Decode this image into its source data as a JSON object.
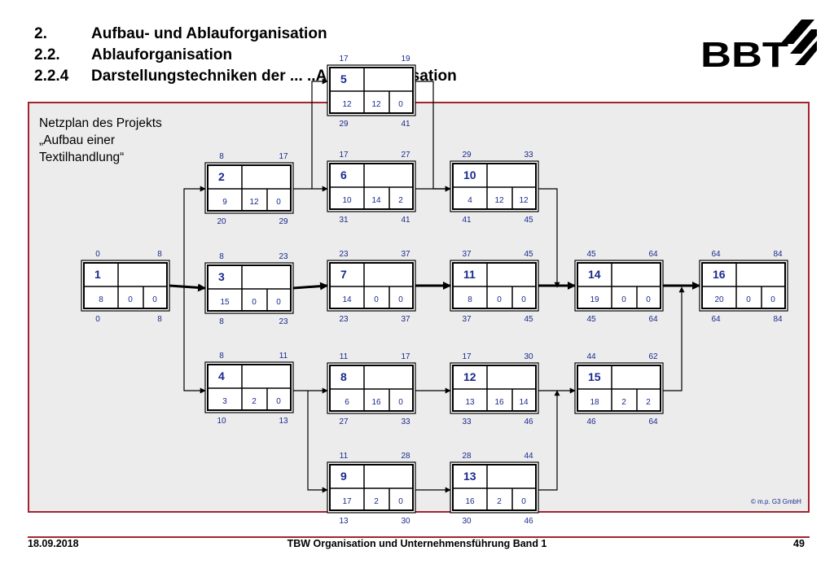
{
  "headings": [
    {
      "num": "2.",
      "text": "Aufbau- und Ablauforganisation"
    },
    {
      "num": "2.2.",
      "text": "Ablauforganisation"
    },
    {
      "num": "2.2.4",
      "text": "Darstellungstechniken der ...  ..Ablauforganisation"
    }
  ],
  "logo": {
    "text": "BBT"
  },
  "caption": [
    "Netzplan des Projekts",
    "„Aufbau einer",
    "Textilhandlung“"
  ],
  "nodes": [
    {
      "id": "1",
      "vals": [
        "8",
        "0",
        "0"
      ],
      "top": [
        "0",
        "8"
      ],
      "bottom": [
        "0",
        "8"
      ]
    },
    {
      "id": "2",
      "vals": [
        "9",
        "12",
        "0"
      ],
      "top": [
        "8",
        "17"
      ],
      "bottom": [
        "20",
        "29"
      ]
    },
    {
      "id": "3",
      "vals": [
        "15",
        "0",
        "0"
      ],
      "top": [
        "8",
        "23"
      ],
      "bottom": [
        "8",
        "23"
      ]
    },
    {
      "id": "4",
      "vals": [
        "3",
        "2",
        "0"
      ],
      "top": [
        "8",
        "11"
      ],
      "bottom": [
        "10",
        "13"
      ]
    },
    {
      "id": "5",
      "vals": [
        "12",
        "12",
        "0"
      ],
      "top": [
        "17",
        "19"
      ],
      "bottom": [
        "29",
        "41"
      ]
    },
    {
      "id": "6",
      "vals": [
        "10",
        "14",
        "2"
      ],
      "top": [
        "17",
        "27"
      ],
      "bottom": [
        "31",
        "41"
      ]
    },
    {
      "id": "7",
      "vals": [
        "14",
        "0",
        "0"
      ],
      "top": [
        "23",
        "37"
      ],
      "bottom": [
        "23",
        "37"
      ]
    },
    {
      "id": "8",
      "vals": [
        "6",
        "16",
        "0"
      ],
      "top": [
        "11",
        "17"
      ],
      "bottom": [
        "27",
        "33"
      ]
    },
    {
      "id": "9",
      "vals": [
        "17",
        "2",
        "0"
      ],
      "top": [
        "11",
        "28"
      ],
      "bottom": [
        "13",
        "30"
      ]
    },
    {
      "id": "10",
      "vals": [
        "4",
        "12",
        "12"
      ],
      "top": [
        "29",
        "33"
      ],
      "bottom": [
        "41",
        "45"
      ]
    },
    {
      "id": "11",
      "vals": [
        "8",
        "0",
        "0"
      ],
      "top": [
        "37",
        "45"
      ],
      "bottom": [
        "37",
        "45"
      ]
    },
    {
      "id": "12",
      "vals": [
        "13",
        "16",
        "14"
      ],
      "top": [
        "17",
        "30"
      ],
      "bottom": [
        "33",
        "46"
      ]
    },
    {
      "id": "13",
      "vals": [
        "16",
        "2",
        "0"
      ],
      "top": [
        "28",
        "44"
      ],
      "bottom": [
        "30",
        "46"
      ]
    },
    {
      "id": "14",
      "vals": [
        "19",
        "0",
        "0"
      ],
      "top": [
        "45",
        "64"
      ],
      "bottom": [
        "45",
        "64"
      ]
    },
    {
      "id": "15",
      "vals": [
        "18",
        "2",
        "2"
      ],
      "top": [
        "44",
        "62"
      ],
      "bottom": [
        "46",
        "64"
      ]
    },
    {
      "id": "16",
      "vals": [
        "20",
        "0",
        "0"
      ],
      "top": [
        "64",
        "84"
      ],
      "bottom": [
        "64",
        "84"
      ]
    }
  ],
  "copyright": "© m.p. G3 GmbH",
  "footer": {
    "date": "18.09.2018",
    "title": "TBW Organisation und Unternehmensführung Band 1",
    "page": "49"
  },
  "colors": {
    "accent": "#a3232f",
    "node_text": "#1a2a8c",
    "panel": "#ececec"
  }
}
